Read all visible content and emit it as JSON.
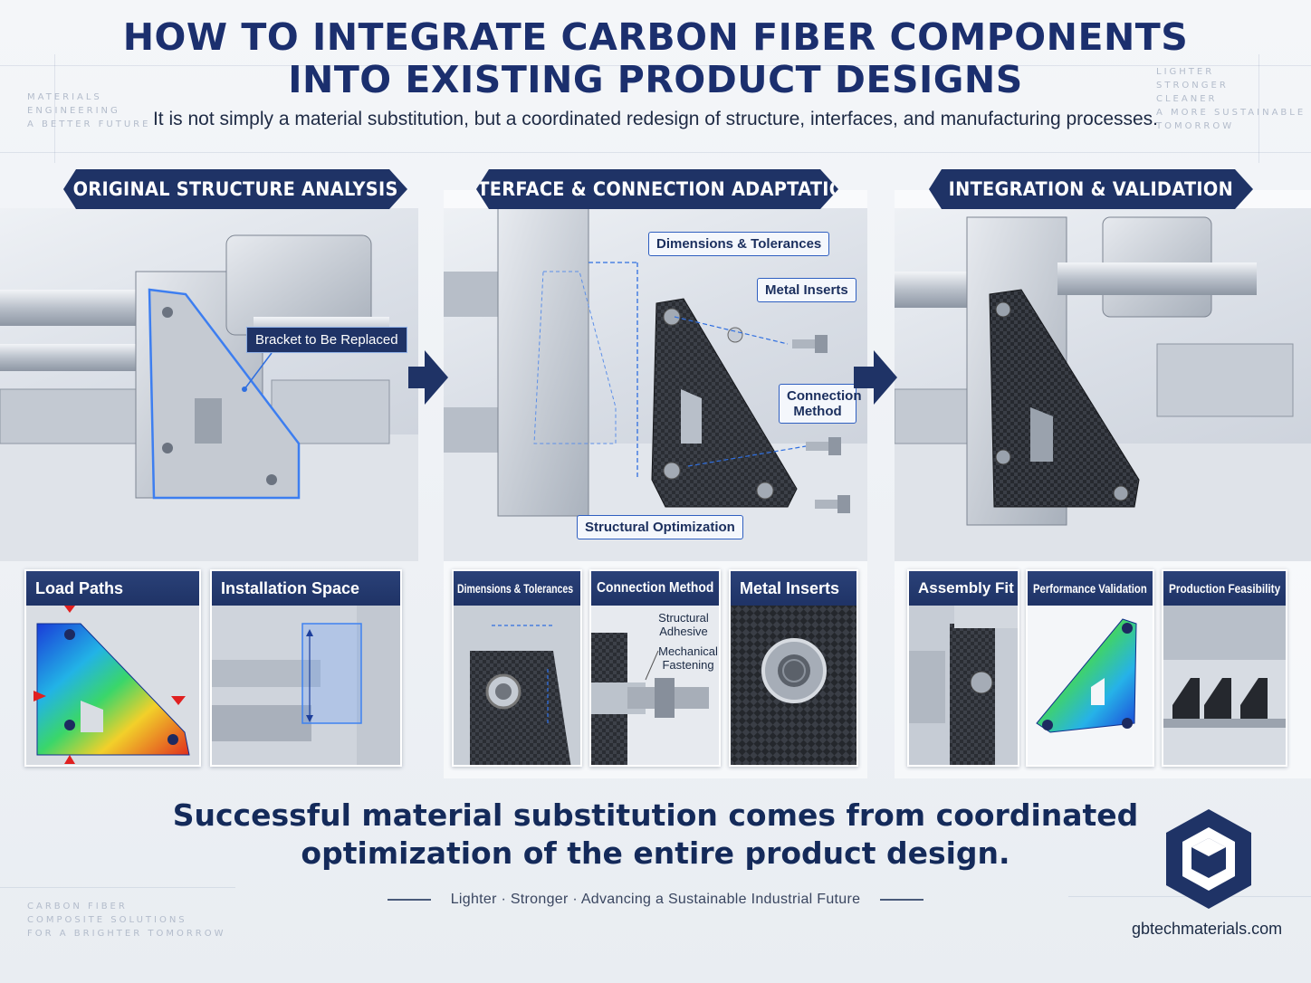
{
  "header": {
    "title_line1": "HOW TO INTEGRATE CARBON FIBER COMPONENTS",
    "title_line2": "INTO EXISTING PRODUCT DESIGNS",
    "subtitle": "It is not simply a material substitution, but a coordinated redesign of structure, interfaces, and manufacturing processes."
  },
  "watermarks": {
    "top_left": [
      "MATERIALS",
      "ENGINEERING",
      "A BETTER FUTURE"
    ],
    "top_right": [
      "LIGHTER",
      "STRONGER",
      "CLEANER",
      "A MORE SUSTAINABLE",
      "TOMORROW"
    ],
    "bottom_left": [
      "CARBON FIBER",
      "COMPOSITE SOLUTIONS",
      "FOR A BRIGHTER TOMORROW"
    ]
  },
  "steps": [
    {
      "banner": "ORIGINAL STRUCTURE ANALYSIS",
      "callouts": [
        "Bracket to Be Replaced"
      ],
      "cards": [
        "Load Paths",
        "Installation Space"
      ]
    },
    {
      "banner": "INTERFACE & CONNECTION ADAPTATION",
      "callouts": [
        "Dimensions & Tolerances",
        "Metal Inserts",
        "Connection Method",
        "Structural Optimization"
      ],
      "cards": [
        "Dimensions & Tolerances",
        "Connection Method",
        "Metal Inserts"
      ],
      "card_labels": [
        "Structural Adhesive",
        "Mechanical Fastening"
      ]
    },
    {
      "banner": "INTEGRATION & VALIDATION",
      "cards": [
        "Assembly Fit",
        "Performance Validation",
        "Production Feasibility"
      ]
    }
  ],
  "footer": {
    "tagline_line1": "Successful material substitution comes from coordinated",
    "tagline_line2": "optimization of the entire product design.",
    "slogan": "Lighter · Stronger · Advancing a Sustainable Industrial Future",
    "website": "gbtechmaterials.com"
  },
  "colors": {
    "navy": "#1f3366",
    "title_blue": "#1b2f6e",
    "highlight_blue": "#2f6fe0"
  }
}
